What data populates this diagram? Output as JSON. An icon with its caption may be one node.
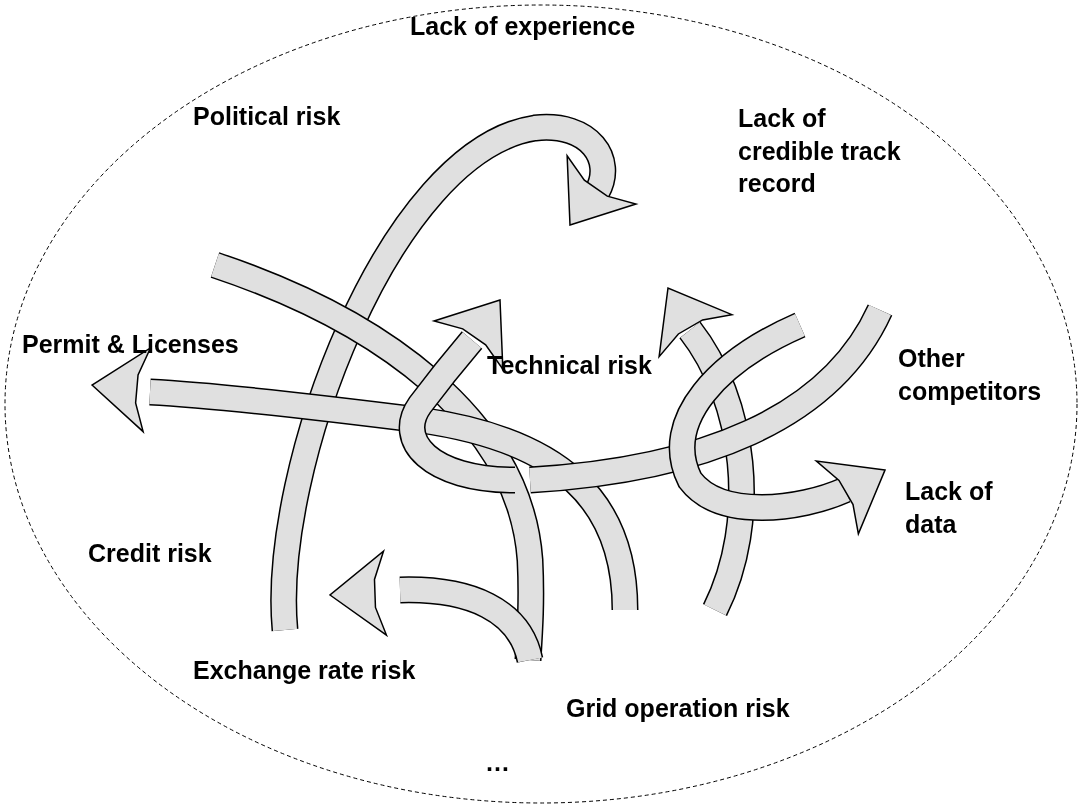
{
  "diagram": {
    "nodes": [
      {
        "text": [
          "Lack of experience",
          "Political risk",
          "Lack of credible track record",
          "Permit & Licenses",
          "Technical risk",
          "Other competitors",
          "Credit risk",
          "Lack of data",
          "Exchange rate risk",
          "Grid operation risk",
          "…"
        ]
      }
    ]
  }
}
